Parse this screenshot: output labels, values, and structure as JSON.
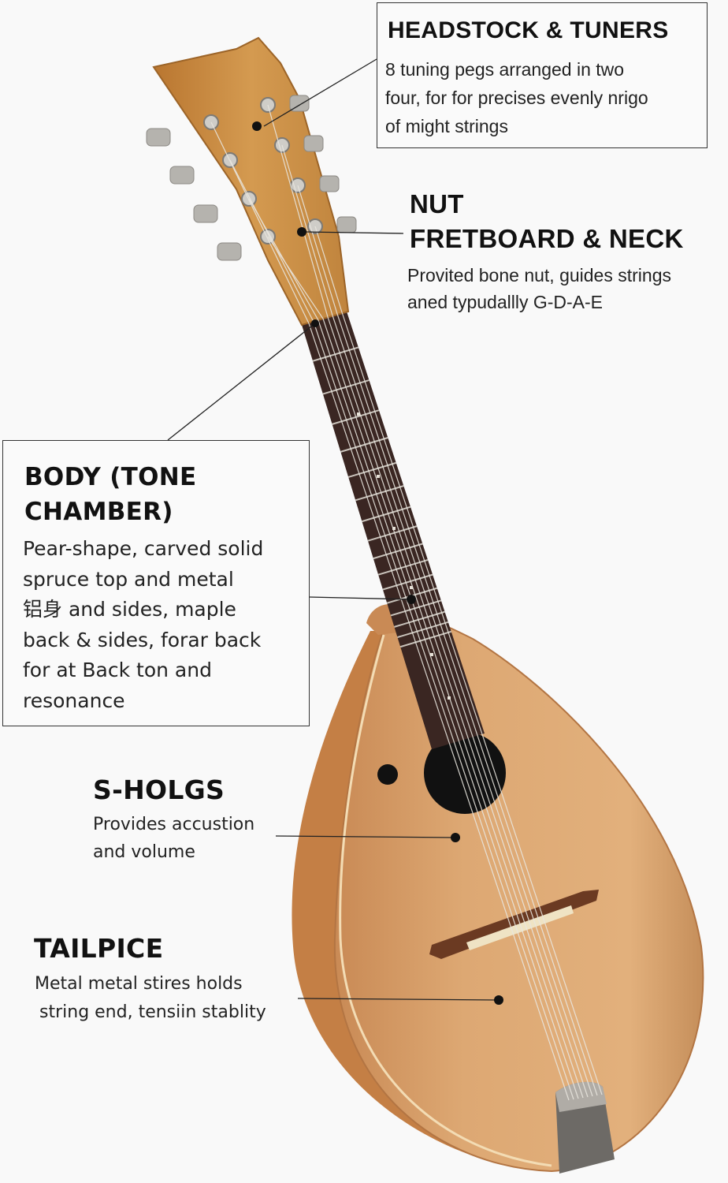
{
  "callouts": {
    "headstock": {
      "title": "HEADSTOCK & TUNERS",
      "desc": [
        "8 tuning pegs arranged in two",
        "four, for for precises evenly nrigo",
        "of might strings"
      ]
    },
    "nut": {
      "title": "NUT"
    },
    "fretboard": {
      "title": "FRETBOARD & NECK",
      "desc": [
        "Provited bone nut, guides strings",
        "aned typudallly G-D-A-E"
      ]
    },
    "body": {
      "title": [
        "BODY (TONE",
        "CHAMBER)"
      ],
      "desc": [
        "Pear-shape, carved solid",
        "spruce top and metal",
        "铝身 and sides, maple",
        "back & sides, forar back",
        "for at Back ton and",
        "resonance"
      ]
    },
    "sholes": {
      "title": "S-HOLGS",
      "desc": [
        "Provides accustion",
        "and volume"
      ]
    },
    "tailpiece": {
      "title": "TAILPICE",
      "desc": [
        "Metal metal stires holds",
        "string end, tensiin stablity"
      ]
    }
  },
  "colors": {
    "wood": "#d9a26c",
    "headstock": "#c98a3e",
    "fretboard": "#3a2622",
    "metal": "#a8a8a8"
  }
}
